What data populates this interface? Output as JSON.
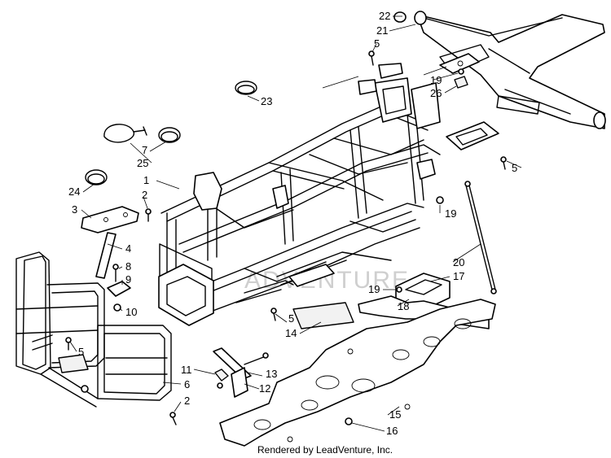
{
  "diagram": {
    "callouts": [
      {
        "id": "c22a",
        "text": "22"
      },
      {
        "id": "c21",
        "text": "21"
      },
      {
        "id": "c5a",
        "text": "5"
      },
      {
        "id": "c19a",
        "text": "19"
      },
      {
        "id": "c26",
        "text": "26"
      },
      {
        "id": "c23",
        "text": "23"
      },
      {
        "id": "c7",
        "text": "7"
      },
      {
        "id": "c25",
        "text": "25"
      },
      {
        "id": "c1",
        "text": "1"
      },
      {
        "id": "c5b",
        "text": "5"
      },
      {
        "id": "c24",
        "text": "24"
      },
      {
        "id": "c2a",
        "text": "2"
      },
      {
        "id": "c3",
        "text": "3"
      },
      {
        "id": "c19b",
        "text": "19"
      },
      {
        "id": "c4",
        "text": "4"
      },
      {
        "id": "c8",
        "text": "8"
      },
      {
        "id": "c9",
        "text": "9"
      },
      {
        "id": "c10",
        "text": "10"
      },
      {
        "id": "c20",
        "text": "20"
      },
      {
        "id": "c17",
        "text": "17"
      },
      {
        "id": "c19c",
        "text": "19"
      },
      {
        "id": "c18",
        "text": "18"
      },
      {
        "id": "c5c",
        "text": "5"
      },
      {
        "id": "c14",
        "text": "14"
      },
      {
        "id": "c5d",
        "text": "5"
      },
      {
        "id": "c11",
        "text": "11"
      },
      {
        "id": "c13",
        "text": "13"
      },
      {
        "id": "c12",
        "text": "12"
      },
      {
        "id": "c6",
        "text": "6"
      },
      {
        "id": "c2b",
        "text": "2"
      },
      {
        "id": "c15",
        "text": "15"
      },
      {
        "id": "c16",
        "text": "16"
      }
    ],
    "footer_text": "Rendered by LeadVenture, Inc.",
    "watermark_text": "ADVENTURE"
  }
}
